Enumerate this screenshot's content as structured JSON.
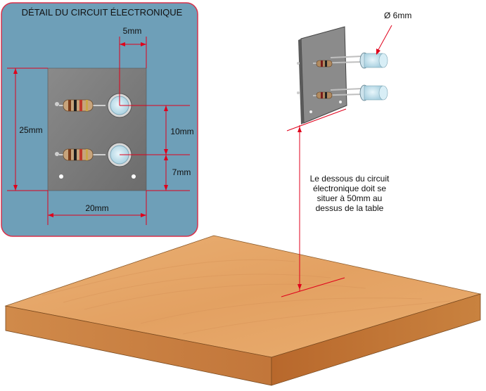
{
  "detail_panel": {
    "title": "DÉTAIL DU CIRCUIT ÉLECTRONIQUE",
    "dim_5": "5mm",
    "dim_25": "25mm",
    "dim_10": "10mm",
    "dim_7": "7mm",
    "dim_20": "20mm"
  },
  "led_label": "Ø 6mm",
  "note": {
    "line1": "Le dessous du circuit",
    "line2": "électronique doit se",
    "line3": "situer à 50mm au",
    "line4": "dessus de la table"
  },
  "colors": {
    "panel_bg": "#6e9fb8",
    "panel_border": "#d9304a",
    "dimension": "#e0001b",
    "board": "#777777",
    "wood_top": "#e6a866",
    "wood_side": "#c77a3c"
  }
}
